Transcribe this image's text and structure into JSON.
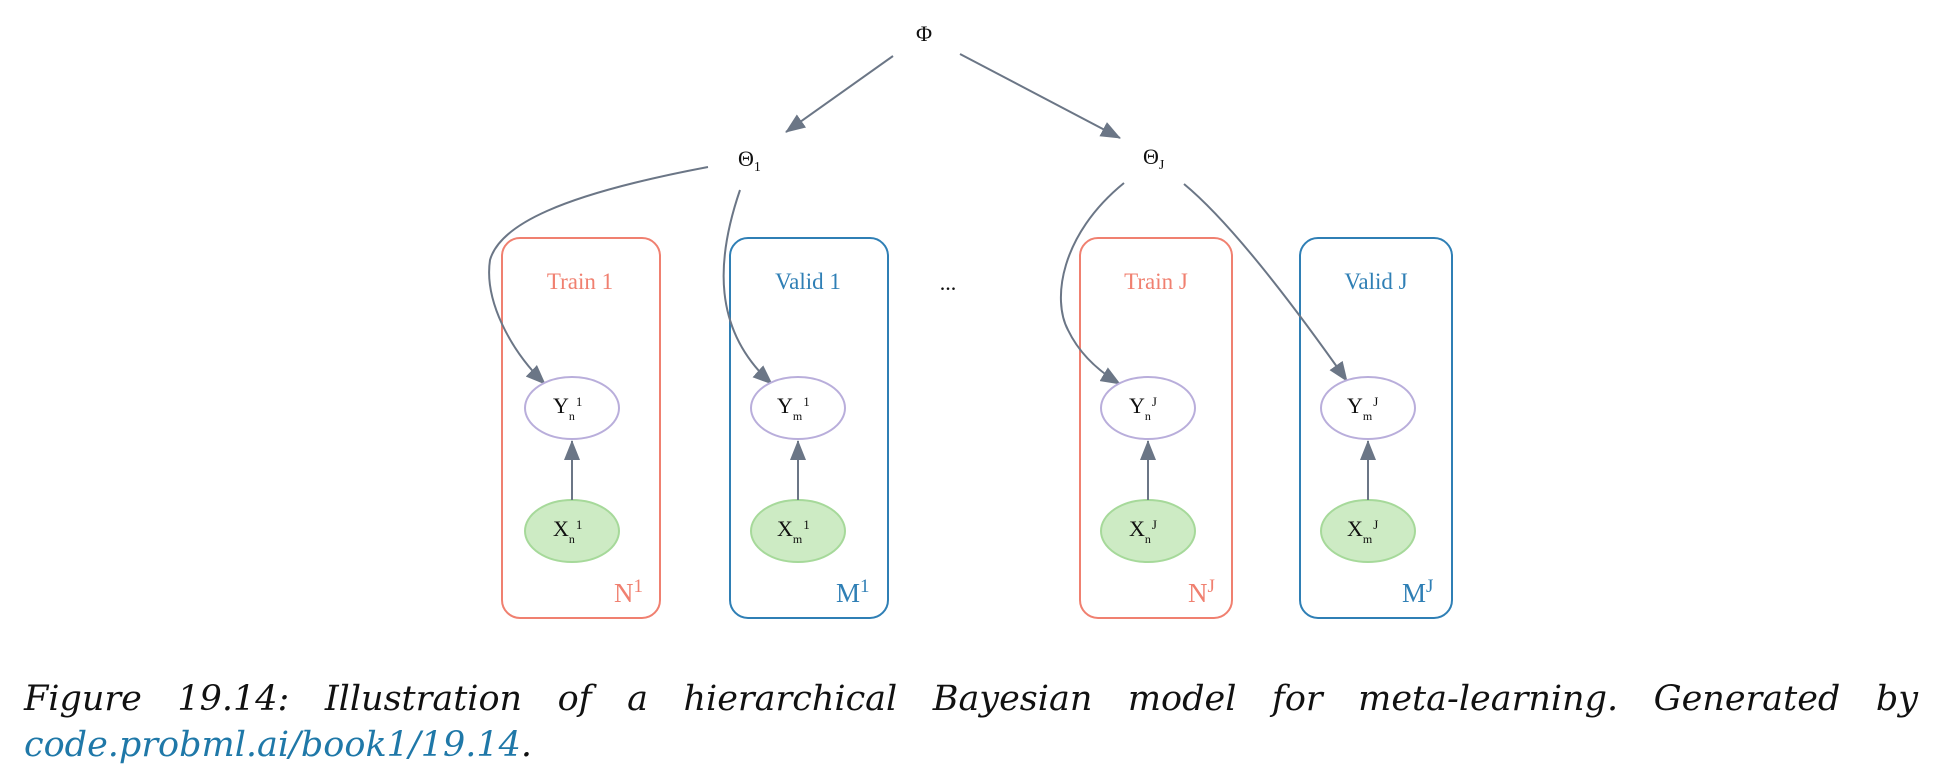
{
  "diagram": {
    "root": {
      "label": "Φ"
    },
    "theta1": {
      "main": "Θ",
      "sub": "1"
    },
    "thetaJ": {
      "main": "Θ",
      "sub": "J"
    },
    "ellipsis": "...",
    "plates": [
      {
        "title": "Train 1",
        "count_main": "N",
        "count_sup": "1",
        "color": "#f08070",
        "y": {
          "main": "Y",
          "sub": "n",
          "sup": "1"
        },
        "x": {
          "main": "X",
          "sub": "n",
          "sup": "1"
        }
      },
      {
        "title": "Valid 1",
        "count_main": "M",
        "count_sup": "1",
        "color": "#2f7fb5",
        "y": {
          "main": "Y",
          "sub": "m",
          "sup": "1"
        },
        "x": {
          "main": "X",
          "sub": "m",
          "sup": "1"
        }
      },
      {
        "title": "Train J",
        "count_main": "N",
        "count_sup": "J",
        "color": "#f08070",
        "y": {
          "main": "Y",
          "sub": "n",
          "sup": "J"
        },
        "x": {
          "main": "X",
          "sub": "n",
          "sup": "J"
        }
      },
      {
        "title": "Valid J",
        "count_main": "M",
        "count_sup": "J",
        "color": "#2f7fb5",
        "y": {
          "main": "Y",
          "sub": "m",
          "sup": "J"
        },
        "x": {
          "main": "X",
          "sub": "m",
          "sup": "J"
        }
      }
    ],
    "colors": {
      "edge": "#6b7686",
      "y_node_stroke": "#b9aedb",
      "x_node_fill": "#cdebc4",
      "x_node_stroke": "#a6d99a"
    }
  },
  "caption": {
    "line1": "Figure 19.14:  Illustration of a hierarchical Bayesian model for meta-learning.   Generated by",
    "link": "code.probml.ai/book1/19.14",
    "tail": "."
  }
}
